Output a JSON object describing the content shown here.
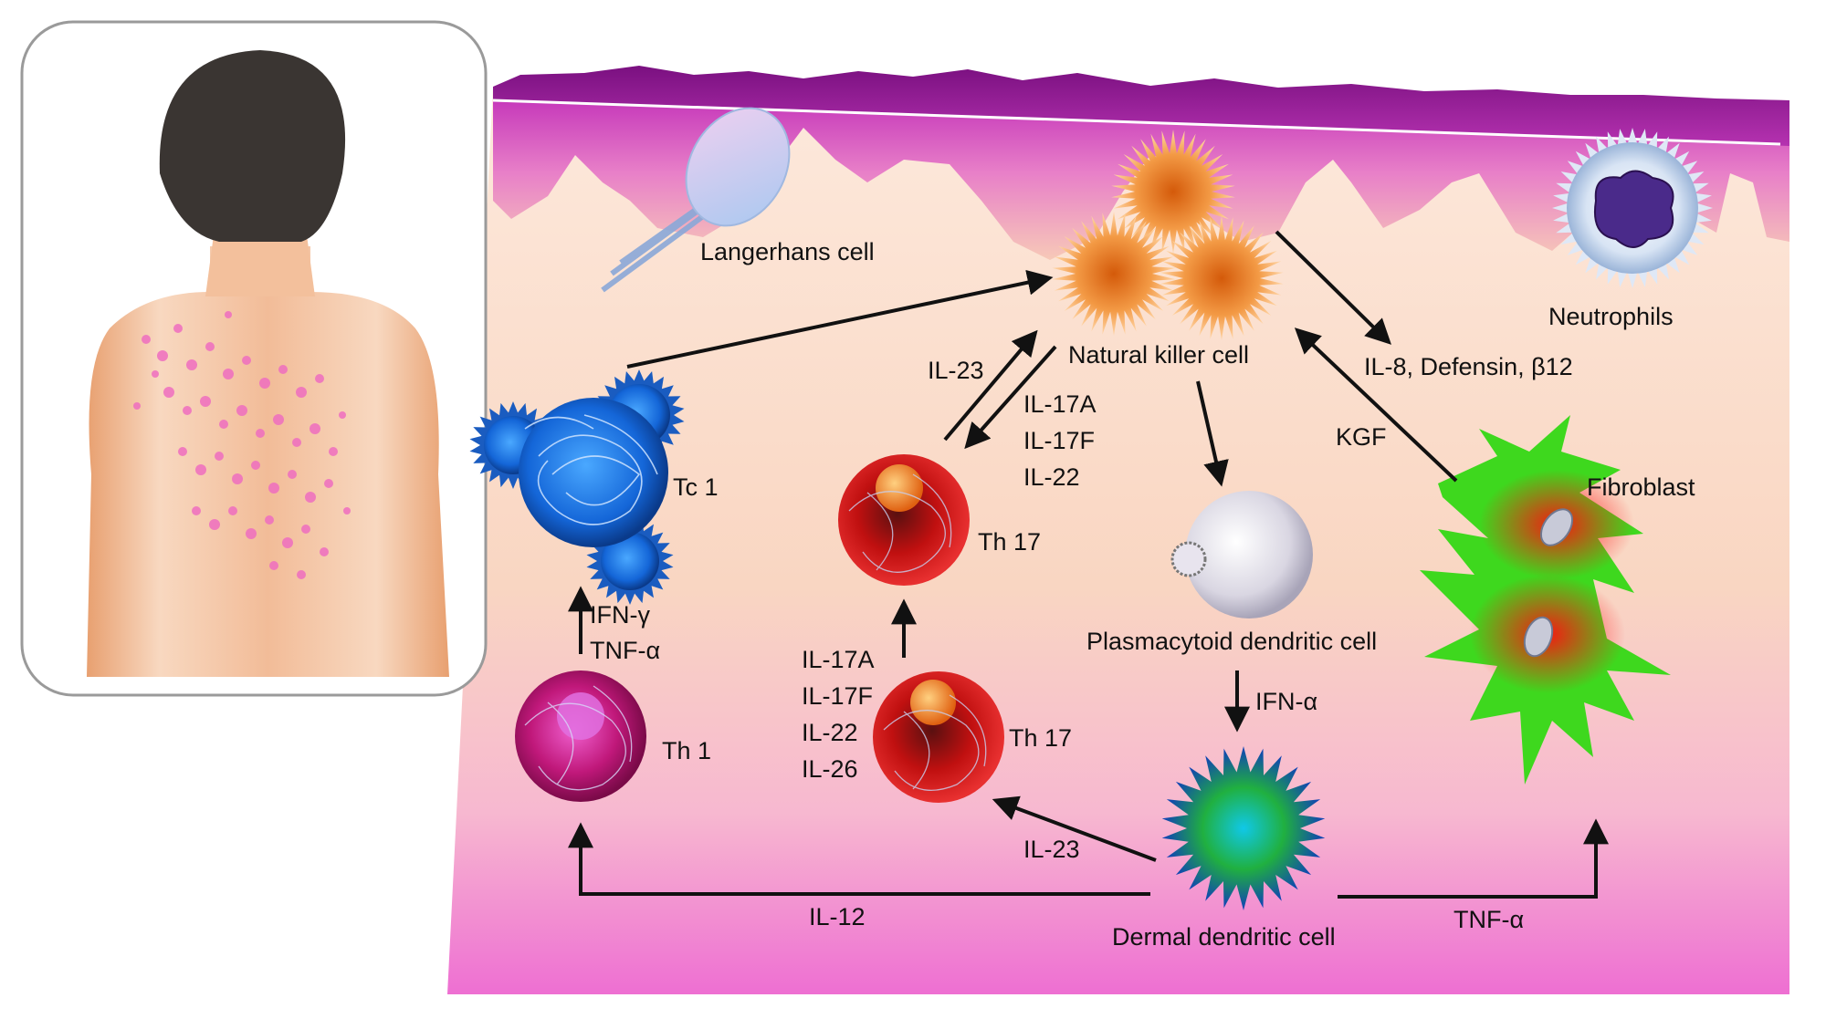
{
  "cells": {
    "langerhans": "Langerhans cell",
    "natural_killer": "Natural killer cell",
    "neutrophils": "Neutrophils",
    "tc1": "Tc 1",
    "th17_upper": "Th 17",
    "th17_lower": "Th 17",
    "th1": "Th 1",
    "plasmacytoid": "Plasmacytoid dendritic cell",
    "dermal_dendritic": "Dermal dendritic cell",
    "fibroblast": "Fibroblast"
  },
  "cytokines": {
    "il23_upper": "IL-23",
    "il17a_upper": "IL-17A",
    "il17f_upper": "IL-17F",
    "il22_upper": "IL-22",
    "il8_defensin": "IL-8, Defensin,  β12",
    "kgf": "KGF",
    "ifn_gamma": "IFN-γ",
    "tnf_alpha_tc": "TNF-α",
    "il17a_lower": "IL-17A",
    "il17f_lower": "IL-17F",
    "il22_lower": "IL-22",
    "il26_lower": "IL-26",
    "ifn_alpha": "IFN-α",
    "il23_lower": "IL-23",
    "il12": "IL-12",
    "tnf_alpha_bottom": "TNF-α"
  },
  "colors": {
    "skin_top": "#b01a9a",
    "dermis": "#fbe6d8",
    "dermis_bottom": "#f08ad6",
    "th1": "#c0187a",
    "th17": "#c01010",
    "tc1": "#1466d8",
    "nk": "#f08a2a",
    "fibroblast_green": "#3ed81e",
    "fibroblast_red": "#e81010",
    "dermal_dc_blue": "#1060c8",
    "dermal_dc_green": "#20c040"
  }
}
